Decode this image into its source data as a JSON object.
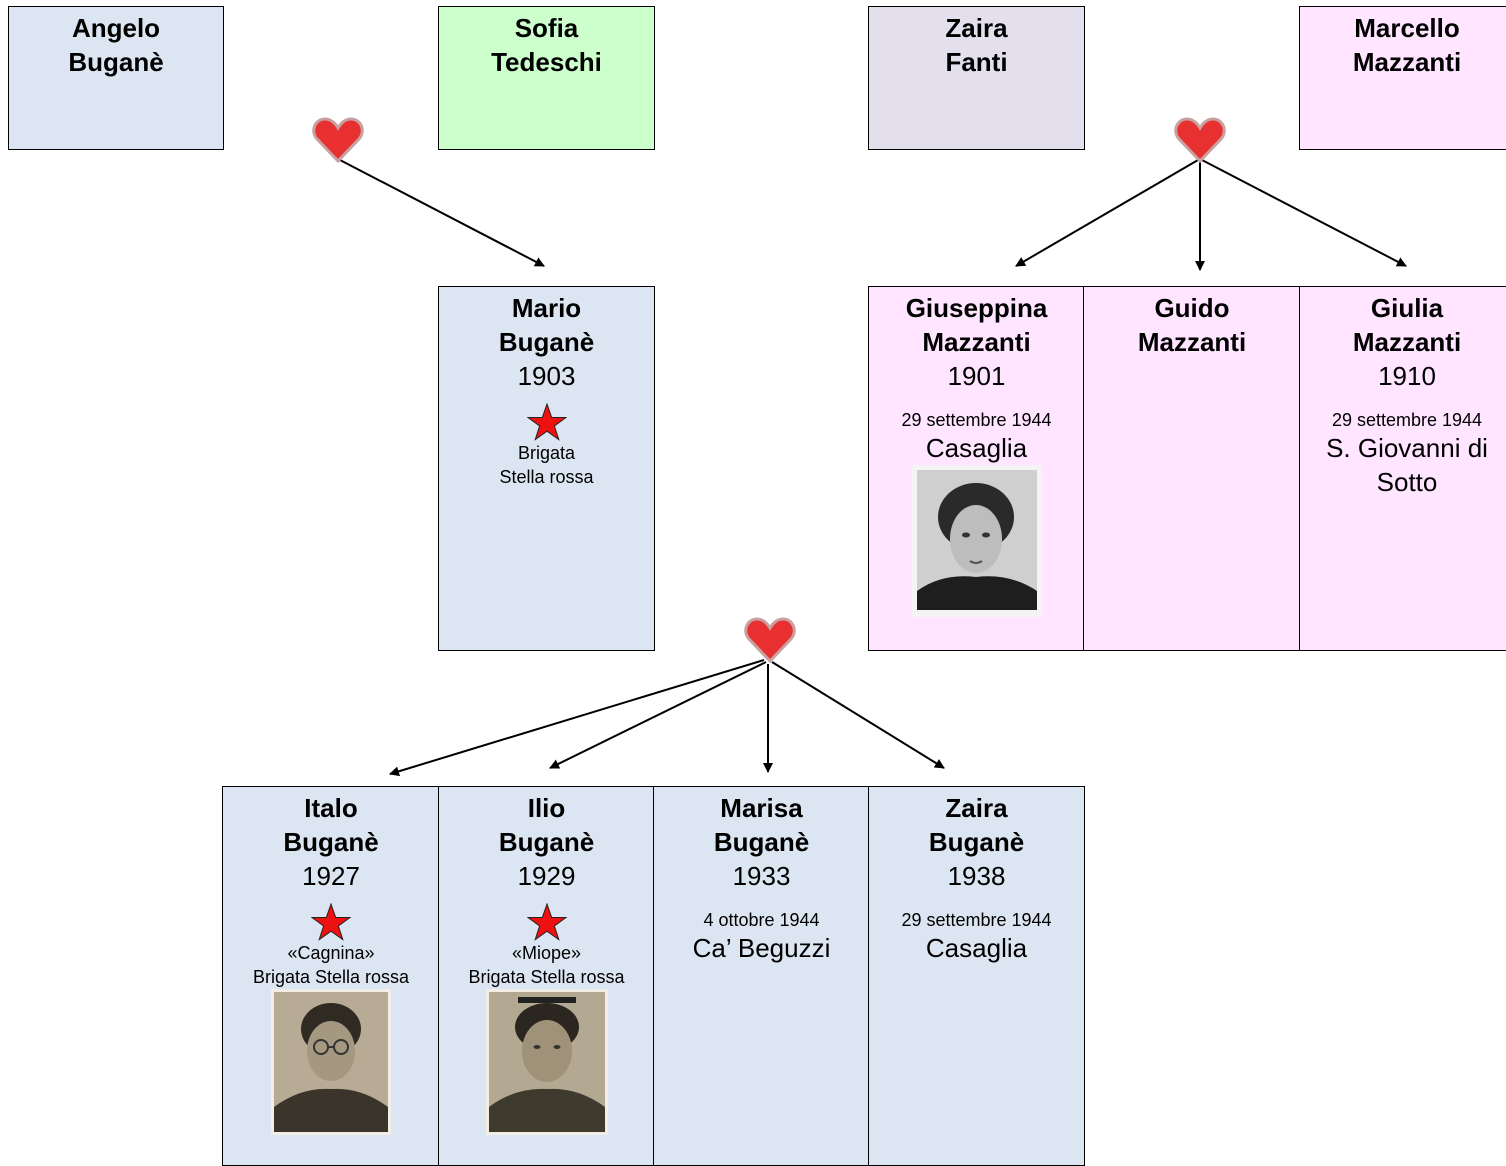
{
  "colors": {
    "blue": "#dce6f2",
    "green": "#ccffcc",
    "lavender": "#e4dfec",
    "pink": "#ffe5ff",
    "star": "#ee1111",
    "heart": "#e83030"
  },
  "people": {
    "angelo": {
      "first": "Angelo",
      "last": "Buganè"
    },
    "sofia": {
      "first": "Sofia",
      "last": "Tedeschi"
    },
    "zaira_fanti": {
      "first": "Zaira",
      "last": "Fanti"
    },
    "marcello": {
      "first": "Marcello",
      "last": "Mazzanti"
    },
    "mario": {
      "first": "Mario",
      "last": "Buganè",
      "year": "1903",
      "line1": "Brigata",
      "line2": "Stella rossa"
    },
    "giuseppina": {
      "first": "Giuseppina",
      "last": "Mazzanti",
      "year": "1901",
      "death_date": "29 settembre 1944",
      "death_place": "Casaglia"
    },
    "guido": {
      "first": "Guido",
      "last": "Mazzanti"
    },
    "giulia": {
      "first": "Giulia",
      "last": "Mazzanti",
      "year": "1910",
      "death_date": "29 settembre 1944",
      "death_place1": "S. Giovanni di",
      "death_place2": "Sotto"
    },
    "italo": {
      "first": "Italo",
      "last": "Buganè",
      "year": "1927",
      "nickname": "«Cagnina»",
      "brigade": "Brigata Stella rossa"
    },
    "ilio": {
      "first": "Ilio",
      "last": "Buganè",
      "year": "1929",
      "nickname": "«Miope»",
      "brigade": "Brigata Stella rossa"
    },
    "marisa": {
      "first": "Marisa",
      "last": "Buganè",
      "year": "1933",
      "death_date": "4 ottobre 1944",
      "death_place": "Ca’ Beguzzi"
    },
    "zaira_b": {
      "first": "Zaira",
      "last": "Buganè",
      "year": "1938",
      "death_date": "29 settembre 1944",
      "death_place": "Casaglia"
    }
  },
  "icons": {
    "heart": "heart-icon",
    "star": "red-star-icon"
  }
}
